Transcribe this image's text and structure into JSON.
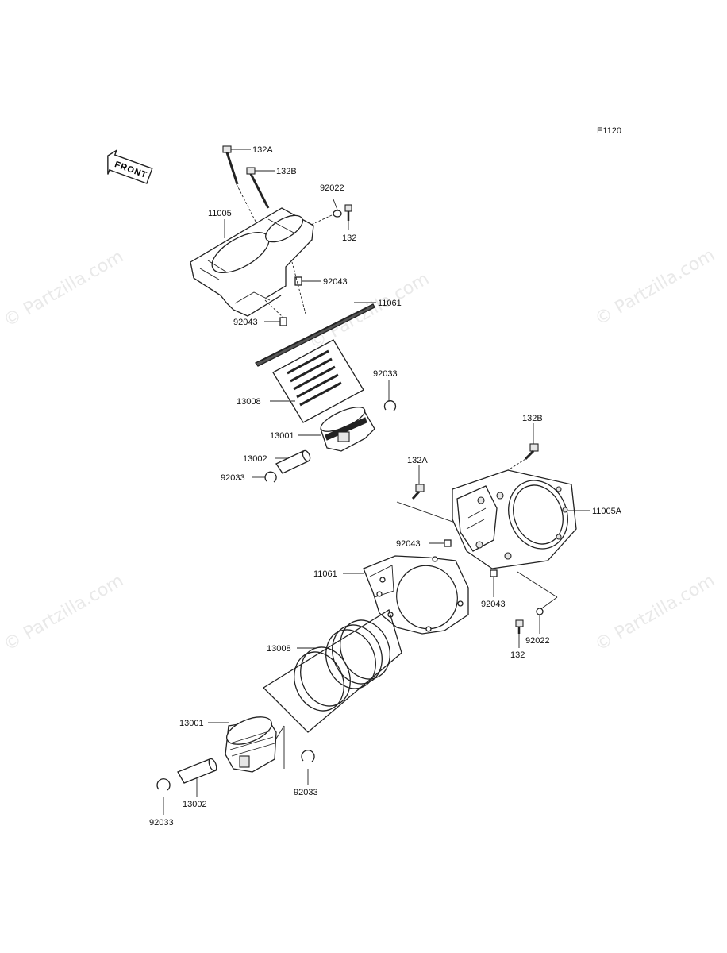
{
  "diagram": {
    "code": "E1120",
    "front_label": "FRONT",
    "watermark": "© Partzilla.com",
    "callouts": [
      {
        "id": "132A-top",
        "text": "132A"
      },
      {
        "id": "132B-top",
        "text": "132B"
      },
      {
        "id": "92022-top",
        "text": "92022"
      },
      {
        "id": "132-top",
        "text": "132"
      },
      {
        "id": "11005",
        "text": "11005"
      },
      {
        "id": "92043-top-r",
        "text": "92043"
      },
      {
        "id": "11061-top",
        "text": "11061"
      },
      {
        "id": "92043-top-l",
        "text": "92043"
      },
      {
        "id": "92033-top-r",
        "text": "92033"
      },
      {
        "id": "13008-top",
        "text": "13008"
      },
      {
        "id": "13001-top",
        "text": "13001"
      },
      {
        "id": "13002-top",
        "text": "13002"
      },
      {
        "id": "92033-top-l",
        "text": "92033"
      },
      {
        "id": "132B-bot",
        "text": "132B"
      },
      {
        "id": "132A-bot",
        "text": "132A"
      },
      {
        "id": "11005A",
        "text": "11005A"
      },
      {
        "id": "92043-bot-l",
        "text": "92043"
      },
      {
        "id": "11061-bot",
        "text": "11061"
      },
      {
        "id": "92043-bot-r",
        "text": "92043"
      },
      {
        "id": "132-bot",
        "text": "132"
      },
      {
        "id": "92022-bot",
        "text": "92022"
      },
      {
        "id": "13008-bot",
        "text": "13008"
      },
      {
        "id": "13001-bot",
        "text": "13001"
      },
      {
        "id": "13002-bot",
        "text": "13002"
      },
      {
        "id": "92033-bot-r",
        "text": "92033"
      },
      {
        "id": "92033-bot-l",
        "text": "92033"
      }
    ]
  }
}
